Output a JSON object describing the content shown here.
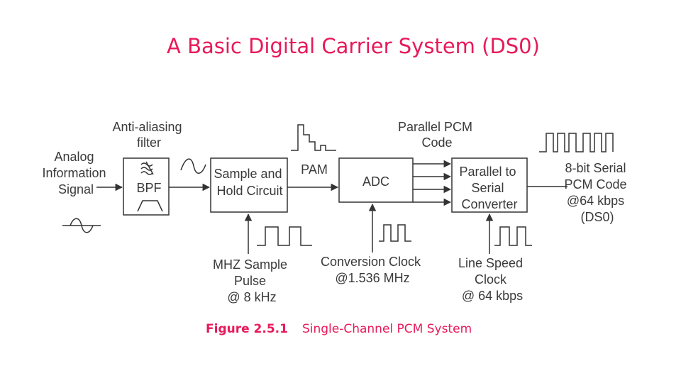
{
  "title": "A Basic Digital Carrier System (DS0)",
  "caption": {
    "number": "Figure 2.5.1",
    "text": "Single-Channel PCM System"
  },
  "labels": {
    "analog_input": [
      "Analog",
      "Information",
      "Signal"
    ],
    "filter": [
      "Anti-aliasing",
      "filter"
    ],
    "pam": "PAM",
    "parallel_pcm": [
      "Parallel PCM",
      "Code"
    ],
    "serial_output": [
      "8-bit Serial",
      "PCM Code",
      "@64 kbps",
      "(DS0)"
    ],
    "sample_pulse": [
      "MHZ Sample",
      "Pulse",
      "@ 8 kHz"
    ],
    "conversion_clock": [
      "Conversion Clock",
      "@1.536 MHz"
    ],
    "line_clock": [
      "Line Speed",
      "Clock",
      "@ 64 kbps"
    ]
  },
  "blocks": {
    "bpf": "BPF",
    "sample_hold": [
      "Sample and",
      "Hold Circuit"
    ],
    "adc": "ADC",
    "converter": [
      "Parallel to",
      "Serial",
      "Converter"
    ]
  },
  "colors": {
    "title": "#e8195a",
    "line": "#333333",
    "text": "#3a3a3a"
  }
}
